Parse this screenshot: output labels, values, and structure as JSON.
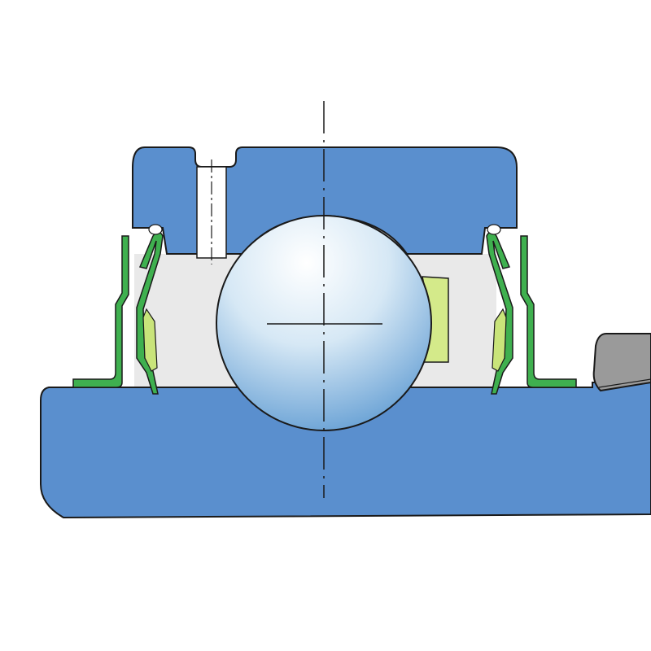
{
  "diagram": {
    "type": "bearing-unit-cross-section",
    "labels": [],
    "colors": {
      "background": "#ffffff",
      "housing_ring": "#5a8fce",
      "outline": "#1a1a1a",
      "bore_gap": "#e9e9e9",
      "ball_highlight": "#ffffff",
      "ball_shade": "#6aa6d8",
      "cage": "#d4ea8a",
      "seal_green": "#3fb04f",
      "seal_insert": "#c9e47a",
      "collar_grey": "#9a9a9a",
      "lube_hole": "#ffffff",
      "center_line": "#1a1a1a"
    },
    "parts": {
      "outer_ring": "outer-ring",
      "inner_ring": "inner-ring",
      "ball": "rolling-element",
      "cage": "cage",
      "left_seal": "seal",
      "right_seal": "seal",
      "locking_collar": "locking-collar",
      "lubrication_hole": "lubrication-hole"
    }
  }
}
